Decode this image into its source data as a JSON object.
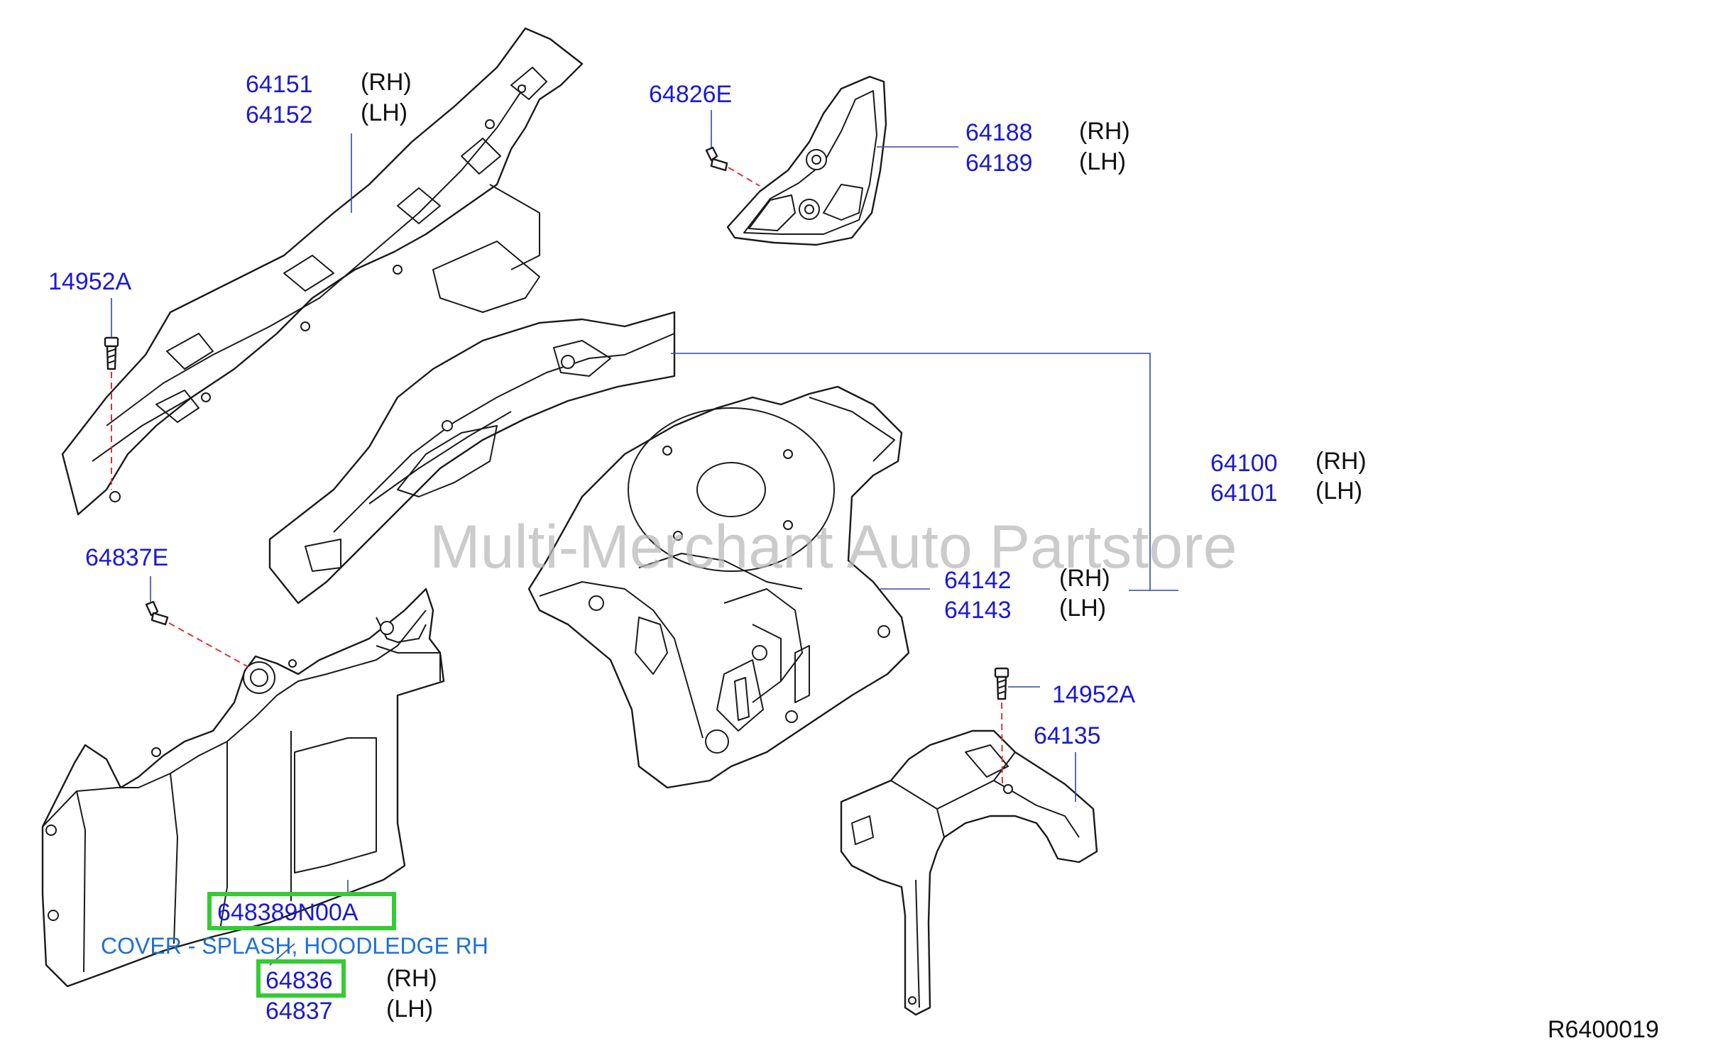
{
  "watermark": "Multi-Merchant Auto Partstore",
  "diagram_code": "R6400019",
  "callouts": {
    "p64151": "64151",
    "p64152": "64152",
    "rh_64151": "(RH)",
    "lh_64152": "(LH)",
    "p64826E": "64826E",
    "p64188": "64188",
    "p64189": "64189",
    "rh_64188": "(RH)",
    "lh_64189": "(LH)",
    "p14952A_top": "14952A",
    "p64100": "64100",
    "p64101": "64101",
    "rh_64100": "(RH)",
    "lh_64101": "(LH)",
    "p64837E": "64837E",
    "p64142": "64142",
    "p64143": "64143",
    "rh_64142": "(RH)",
    "lh_64143": "(LH)",
    "p14952A_right": "14952A",
    "p64135": "64135",
    "p648389N00A": "648389N00A",
    "desc_648389N00A": "COVER - SPLASH, HOODLEDGE RH",
    "p64836": "64836",
    "p64837": "64837",
    "rh_64836": "(RH)",
    "lh_64837": "(LH)"
  },
  "highlight_color": "#33cc33",
  "part_number_color": "#1a1ad4"
}
